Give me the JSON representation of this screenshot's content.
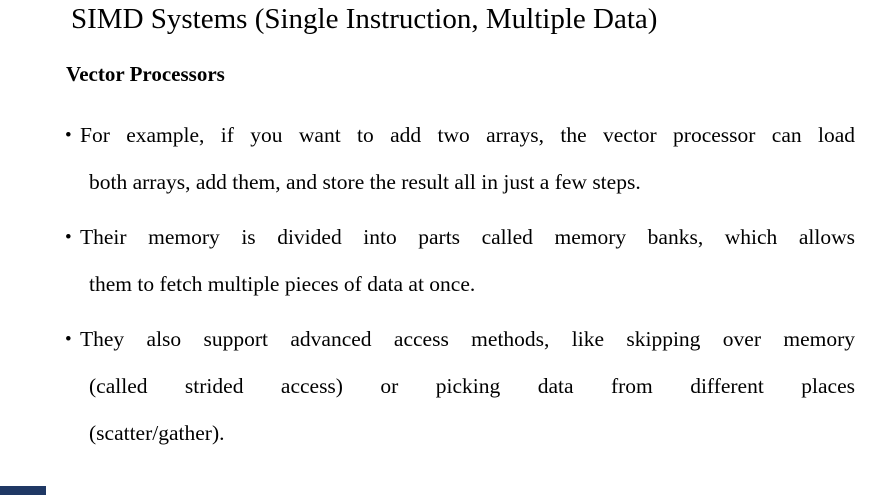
{
  "slide": {
    "title": "SIMD Systems (Single Instruction, Multiple Data)",
    "subtitle": "Vector Processors",
    "bullet_marker": "•",
    "bullets": [
      {
        "lines": [
          "For example, if you want to add two arrays, the vector processor can load",
          "both arrays, add them, and store the result all in just a few steps."
        ]
      },
      {
        "lines": [
          "Their memory is divided into parts called memory banks, which allows",
          "them to fetch multiple pieces of data at once."
        ]
      },
      {
        "lines": [
          "They also support advanced access methods, like skipping over memory",
          "(called strided access) or picking data from different places",
          "(scatter/gather)."
        ]
      }
    ],
    "colors": {
      "background": "#ffffff",
      "text": "#000000",
      "footer_fragment": "#1f3864"
    }
  }
}
